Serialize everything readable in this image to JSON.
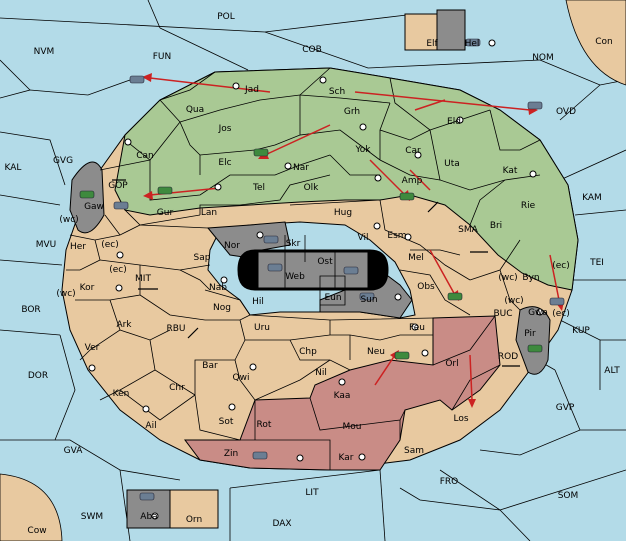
{
  "colors": {
    "sea": "#b3dbe8",
    "neutral": "#e8c9a0",
    "green": "#a9c994",
    "red": "#c98c86",
    "gray": "#8c8c8c",
    "black": "#000000",
    "arrow": "#cc2222",
    "unit_green": "#3e8a3e",
    "unit_gray": "#6b7e93"
  },
  "labels": {
    "POL": "POL",
    "NVM": "NVM",
    "FUN": "FUN",
    "COB": "COB",
    "NOM": "NOM",
    "Con": "Con",
    "Elf": "Elf",
    "Hel": "Hel",
    "OVD": "OVD",
    "KAL": "KAL",
    "GVG": "GVG",
    "KAM": "KAM",
    "MVU": "MVU",
    "BOR": "BOR",
    "DOR": "DOR",
    "GVA": "GVA",
    "SWM": "SWM",
    "Cow": "Cow",
    "Aba": "Aba",
    "Orn": "Orn",
    "DAX": "DAX",
    "LIT": "LIT",
    "FRO": "FRO",
    "SOM": "SOM",
    "GVP": "GVP",
    "ALT": "ALT",
    "KUP": "KUP",
    "TEI": "TEI",
    "BUC": "BUC",
    "ROD": "ROD",
    "SMA": "SMA",
    "MIT": "MIT",
    "RBU": "RBU",
    "GOP": "GOP",
    "Jad": "Jad",
    "Sch": "Sch",
    "Qua": "Qua",
    "Jos": "Jos",
    "Grh": "Grh",
    "Eld": "Eld",
    "Can": "Can",
    "Elc": "Elc",
    "Nar": "Nar",
    "Yok": "Yok",
    "Car": "Car",
    "Uta": "Uta",
    "Kat": "Kat",
    "Amp": "Amp",
    "Tel": "Tel",
    "Olk": "Olk",
    "Gaw": "Gaw",
    "Gur": "Gur",
    "Lan": "Lan",
    "Hug": "Hug",
    "Rie": "Rie",
    "Bri": "Bri",
    "Esm": "Esm",
    "Vil": "Vil",
    "Nor": "Nor",
    "Skr": "Skr",
    "Ost": "Ost",
    "Web": "Web",
    "Mel": "Mel",
    "Her": "Her",
    "Sap": "Sap",
    "Byn": "Byn",
    "Kor": "Kor",
    "Nab": "Nab",
    "Eun": "Eun",
    "Sun": "Sun",
    "Obs": "Obs",
    "Gwa": "Gwa",
    "Hil": "Hil",
    "Nog": "Nog",
    "Ark": "Ark",
    "Uru": "Uru",
    "Feu": "Feu",
    "Pir": "Pir",
    "Ver": "Ver",
    "Chp": "Chp",
    "Neu": "Neu",
    "Orl": "Orl",
    "Bar": "Bar",
    "Qwi": "Qwi",
    "Nil": "Nil",
    "Ken": "Ken",
    "Chr": "Chr",
    "Kaa": "Kaa",
    "Ail": "Ail",
    "Sot": "Sot",
    "Rot": "Rot",
    "Mou": "Mou",
    "Los": "Los",
    "Zin": "Zin",
    "Kar": "Kar",
    "Sam": "Sam",
    "wc1": "(wc)",
    "ec1": "(ec)",
    "ec2": "(ec)",
    "wc2": "(wc)",
    "wc3": "(wc)",
    "wc4": "(wc)",
    "ec3": "(ec)",
    "ec4": "(ec)"
  }
}
